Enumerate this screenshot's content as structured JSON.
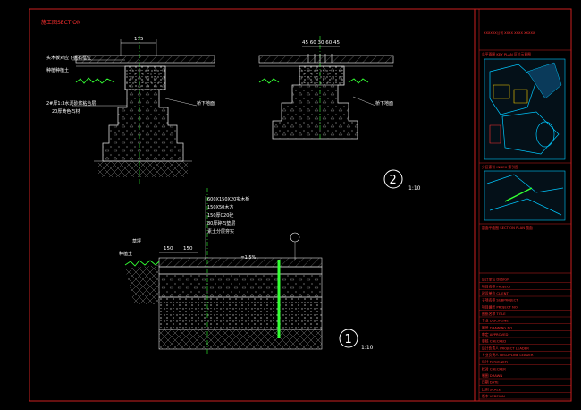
{
  "sheet": {
    "header_code": "施工图",
    "header_scale": "SECTION",
    "colors": {
      "background": "#000000",
      "frame": "#cc1f1f",
      "linework": "#d9d9d9",
      "dimension": "#ffffff",
      "grass": "#33ff33",
      "water": "#00c8ff",
      "hatch": "#9a9a9a"
    }
  },
  "detail_top": {
    "dim_width": "175",
    "dim_chain": "45 60 30 60 45",
    "callouts": [
      "实木板对应下檐石框位",
      "种植种植土",
      "2#厚1:3水泥砂浆粘合层",
      "20厚黄色石材"
    ],
    "label_right": "桥下地面",
    "label_right_2": "桥下地面",
    "detail_no": "2",
    "detail_scale": "1:10"
  },
  "detail_bottom": {
    "layer_callouts": [
      "600X150X20实木板",
      "150X50木方",
      "150厚C20砼",
      "80厚碎石垫层",
      "素土分层夯实"
    ],
    "label_lawn": "草坪",
    "label_soil": "种植土",
    "dim_a": "150",
    "dim_b": "150",
    "slope": "i=1.5%",
    "detail_no": "1",
    "detail_scale": "1:10"
  },
  "title_block": {
    "top_note": "XXXXXX公司 XXXX XXXX XXXXX",
    "key_plan_label": "总平面图 KEY PLAN 区位示意图",
    "index_plan_label": "分区索引 INDEX 索引图",
    "section_label": "剖面平面图 SECTION PLAN 剖面",
    "fields": [
      "设计单位 DESIGN",
      "项目名称 PROJECT",
      "建设单位 CLIENT",
      "子项名称 SUBPROJECT",
      "项目编号 PROJECT NO.",
      "图纸名称 TITLE",
      "专业 DISCIPLINE",
      "图号 DRAWING NO.",
      "审定 APPROVED",
      "审核 CHECKED",
      "设计负责人 PROJECT LEADER",
      "专业负责人 DISCIPLINE LEADER",
      "设计 DESIGNED",
      "校对 CHECKER",
      "制图 DRAWN",
      "日期 DATE",
      "比例 SCALE",
      "版本 VERSION"
    ]
  }
}
